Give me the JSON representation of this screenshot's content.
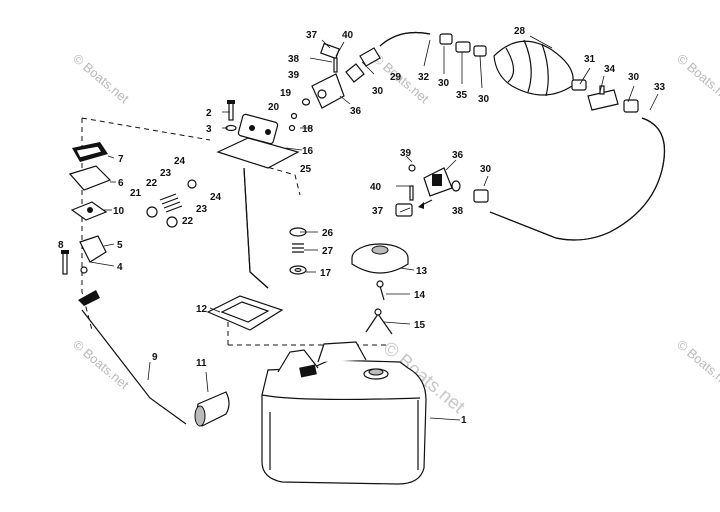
{
  "watermark": {
    "text": "© Boats.net"
  },
  "callouts": [
    "1",
    "2",
    "3",
    "4",
    "5",
    "6",
    "7",
    "8",
    "9",
    "10",
    "11",
    "12",
    "13",
    "14",
    "15",
    "16",
    "17",
    "18",
    "19",
    "20",
    "21",
    "22",
    "22",
    "23",
    "23",
    "24",
    "24",
    "25",
    "26",
    "27",
    "28",
    "29",
    "30",
    "30",
    "30",
    "30",
    "30",
    "31",
    "32",
    "33",
    "34",
    "35",
    "36",
    "36",
    "37",
    "37",
    "38",
    "38",
    "39",
    "39",
    "40",
    "40"
  ]
}
